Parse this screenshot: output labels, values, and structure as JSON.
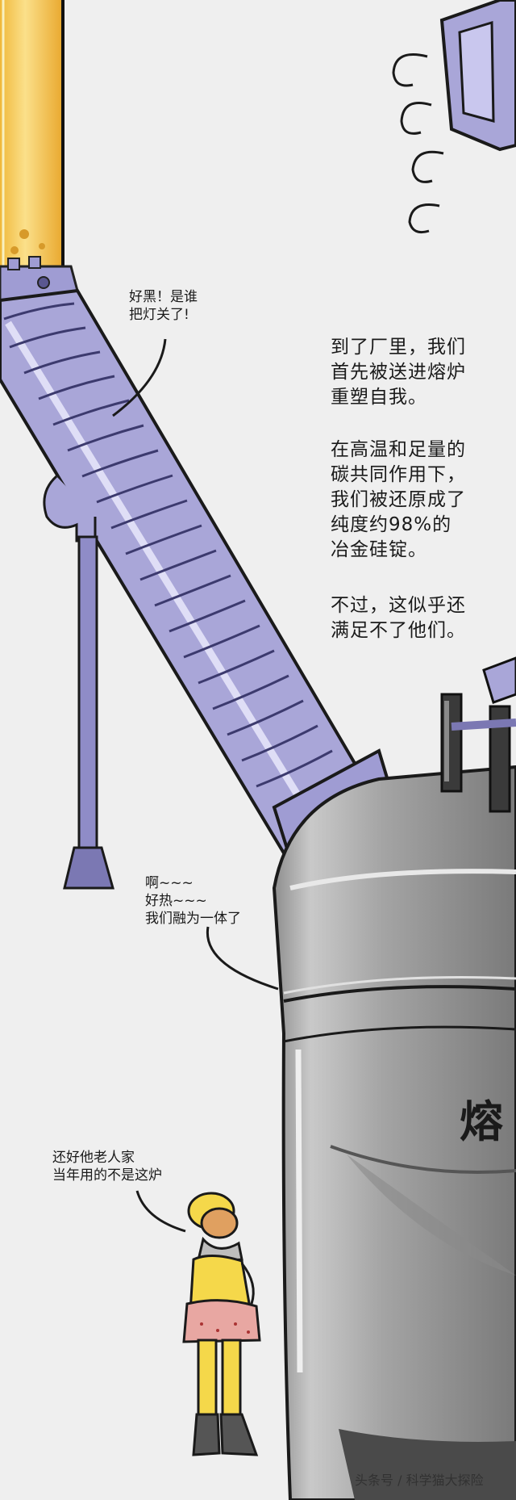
{
  "narration": {
    "para1": [
      "到了厂里，我们",
      "首先被送进熔炉",
      "重塑自我。"
    ],
    "para2": [
      "在高温和足量的",
      "碳共同作用下，",
      "我们被还原成了",
      "纯度约98%的",
      "冶金硅锭。"
    ],
    "para3": [
      "不过，这似乎还",
      "满足不了他们。"
    ]
  },
  "bubbles": {
    "dark": [
      "好黑！是谁",
      "把灯关了!"
    ],
    "hot": [
      "啊~~~",
      "好热~~~",
      "我们融为一体了"
    ],
    "elder": [
      "还好他老人家",
      "当年用的不是这炉"
    ]
  },
  "furnace": {
    "label": "熔"
  },
  "watermark": "头条号 / 科学猫大探险",
  "colors": {
    "background": "#efefef",
    "pipe": "#a9a6d8",
    "pipe_dark": "#7b78b3",
    "yellow_pipe": "#f4c84f",
    "furnace": "#a3a3a3",
    "furnace_dark": "#6f6f6f",
    "character_yellow": "#f5d84a",
    "character_skirt": "#e8a7a2"
  }
}
